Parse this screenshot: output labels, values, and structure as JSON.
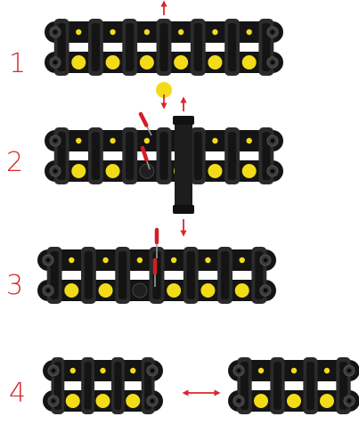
{
  "steps": [
    {
      "number": "1",
      "description_visible": ""
    },
    {
      "number": "2",
      "description_visible": ""
    },
    {
      "number": "3",
      "description_visible": ""
    },
    {
      "number": "4",
      "description_visible": ""
    }
  ],
  "colors": {
    "chain_body": "#141414",
    "chain_shade": "#2b2b2b",
    "pin": "#f2dc1a",
    "arrow": "#d8262a",
    "label": "#d8262a",
    "tool_grip": "#d21f26",
    "tool_shaft": "#9a9a9a"
  },
  "icons": [
    "arrow-double-vertical-icon",
    "arrow-double-horizontal-icon",
    "screwdriver-icon",
    "chain-link-icon"
  ]
}
